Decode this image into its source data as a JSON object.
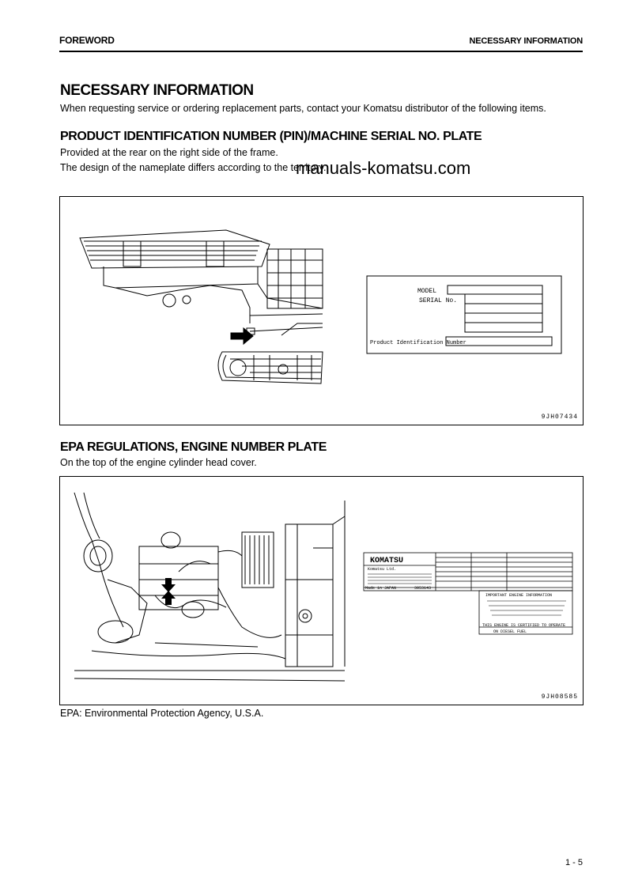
{
  "header": {
    "left": "FOREWORD",
    "right": "NECESSARY INFORMATION"
  },
  "title": "NECESSARY INFORMATION",
  "intro": "When requesting service or ordering replacement parts, contact your Komatsu distributor of the following items.",
  "section1": {
    "heading": "PRODUCT IDENTIFICATION NUMBER (PIN)/MACHINE SERIAL NO. PLATE",
    "line1": "Provided at the rear on the right side of the frame.",
    "line2": "The design of the nameplate differs according to the territory.",
    "figure_code": "9JH07434",
    "plate": {
      "model_label": "MODEL",
      "serial_label": "SERIAL No.",
      "pin_label": "Product Identification Number"
    }
  },
  "watermark": "manuals-komatsu.com",
  "section2": {
    "heading": "EPA REGULATIONS, ENGINE NUMBER PLATE",
    "line1": "On the top of the engine cylinder head cover.",
    "figure_code": "9JH08585",
    "plate": {
      "brand": "KOMATSU",
      "maker": "Komatsu Ltd.",
      "made_in": "Made in JAPAN",
      "part_no": "3953143",
      "engine_info_title": "IMPORTANT ENGINE INFORMATION",
      "certified_line1": "THIS ENGINE IS CERTIFIED TO OPERATE",
      "certified_line2": "ON DIESEL FUEL"
    }
  },
  "footnote": "EPA: Environmental Protection Agency, U.S.A.",
  "page_number": "1 - 5"
}
